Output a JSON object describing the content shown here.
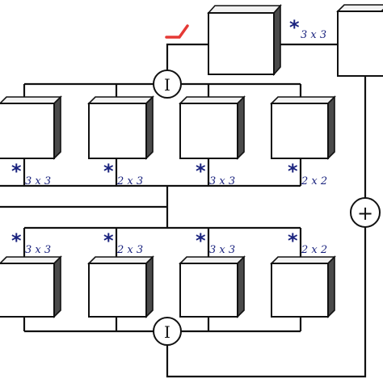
{
  "theme": {
    "accent_blue": "#1a237e",
    "relu_red": "#e53935",
    "cube_side": "#4a4a4a"
  },
  "top_path": {
    "relu_icon": "relu-activation",
    "conv_label": "3 x 3",
    "operator_symbol": "*"
  },
  "identity_nodes": {
    "top": "I",
    "bottom": "I"
  },
  "sum_node": "+",
  "upper_branches": [
    {
      "label": "3 x 3",
      "symbol": "*"
    },
    {
      "label": "2 x 3",
      "symbol": "*"
    },
    {
      "label": "3 x 3",
      "symbol": "*"
    },
    {
      "label": "2 x 2",
      "symbol": "*"
    }
  ],
  "lower_branches": [
    {
      "label": "3 x 3",
      "symbol": "*"
    },
    {
      "label": "2 x 3",
      "symbol": "*"
    },
    {
      "label": "3 x 3",
      "symbol": "*"
    },
    {
      "label": "2 x 2",
      "symbol": "*"
    }
  ]
}
